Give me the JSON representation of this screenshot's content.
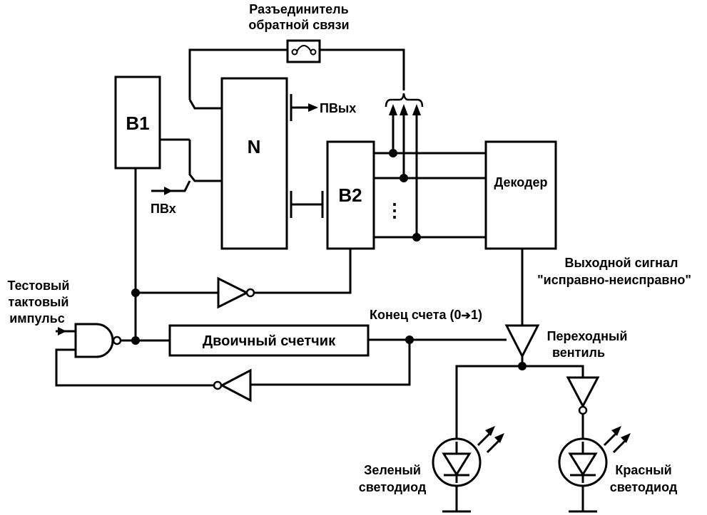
{
  "colors": {
    "ink": "#000000",
    "background": "#ffffff"
  },
  "labels": {
    "feedback_switch_line1": "Разъединитель",
    "feedback_switch_line2": "обратной связи",
    "b1": "B1",
    "n": "N",
    "b2": "B2",
    "decoder": "Декодер",
    "pin": "ПВх",
    "pout": "ПВых",
    "dots": "⋮",
    "test_pulse_line1": "Тестовый",
    "test_pulse_line2": "тактовый",
    "test_pulse_line3": "импульс",
    "counter": "Двоичный счетчик",
    "end_count": "Конец счета (0",
    "end_count_arrow": "➔",
    "end_count_tail": "1)",
    "output_signal_line1": "Выходной сигнал",
    "output_signal_line2": "\"исправно-неисправно\"",
    "transfer_gate_line1": "Переходный",
    "transfer_gate_line2": "вентиль",
    "green_led_line1": "Зеленый",
    "green_led_line2": "светодиод",
    "red_led_line1": "Красный",
    "red_led_line2": "светодиод"
  }
}
